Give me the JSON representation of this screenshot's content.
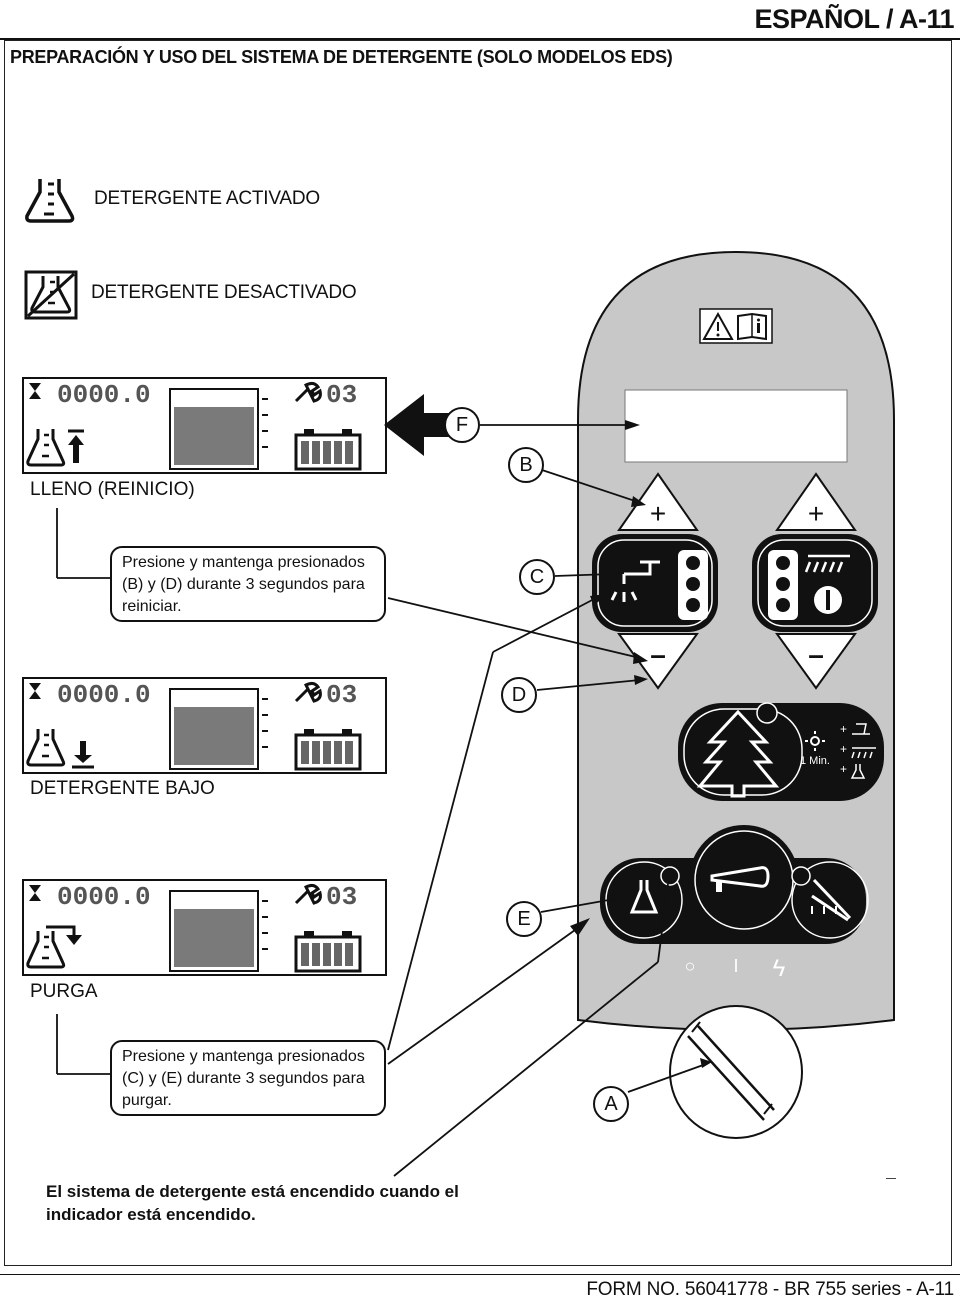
{
  "header": {
    "language_page": "ESPAÑOL / A-11"
  },
  "section_title": "PREPARACIÓN Y USO DEL SISTEMA DE DETERGENTE (SOLO MODELOS EDS)",
  "legend": {
    "on_label": "DETERGENTE ACTIVADO",
    "off_label": "DETERGENTE DESACTIVADO"
  },
  "lcd": {
    "hours_readout": "0000.0",
    "service_readout": "03"
  },
  "screens": {
    "full_label": "LLENO (REINICIO)",
    "low_label": "DETERGENTE BAJO",
    "purge_label": "PURGA"
  },
  "instructions": {
    "reset_lines": [
      "Presione y mantenga presionados",
      "(B) y (D) durante 3 segundos para",
      "reiniciar."
    ],
    "purge_lines": [
      "Presione y mantenga presionados",
      "(C) y (E) durante 3 segundos para",
      "purgar."
    ]
  },
  "callouts": {
    "f": "F",
    "b": "B",
    "c": "C",
    "d": "D",
    "e": "E",
    "a": "A"
  },
  "panel": {
    "plus": "+",
    "minus": "–",
    "timer_label": "1 Min.",
    "switch_marks": [
      "○",
      "I",
      "ϟ"
    ]
  },
  "note_lines": [
    "El sistema de detergente está encendido cuando el",
    "indicador está encendido."
  ],
  "footer": "FORM NO. 56041778 - BR 755 series - A-11",
  "colors": {
    "panel_gray": "#c8c8c8",
    "ink": "#111111",
    "tank_fill": "#7a7a7a"
  }
}
